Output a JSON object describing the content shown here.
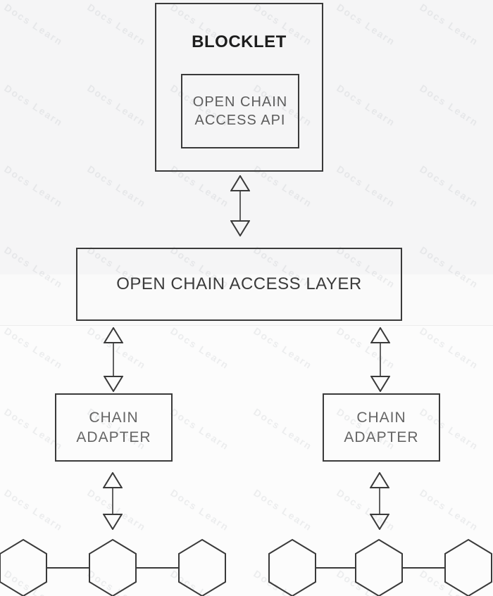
{
  "watermark": {
    "text": "Docs Learn"
  },
  "palette": {
    "line": "#3a3a3a",
    "band_top": "#f5f5f6",
    "band_mid": "#fafafa",
    "band_bottom": "#fcfcfc",
    "title_text": "#1d1d1d",
    "muted_text": "#5d5d5d",
    "layer_text": "#3b3b3b",
    "adapter_text": "#656565"
  },
  "diagram": {
    "blocklet": {
      "title": "BLOCKLET",
      "api_box": {
        "line1": "OPEN CHAIN",
        "line2": "ACCESS API"
      }
    },
    "access_layer": {
      "label": "OPEN CHAIN ACCESS LAYER"
    },
    "adapters": [
      {
        "line1": "CHAIN",
        "line2": "ADAPTER"
      },
      {
        "line1": "CHAIN",
        "line2": "ADAPTER"
      }
    ]
  }
}
